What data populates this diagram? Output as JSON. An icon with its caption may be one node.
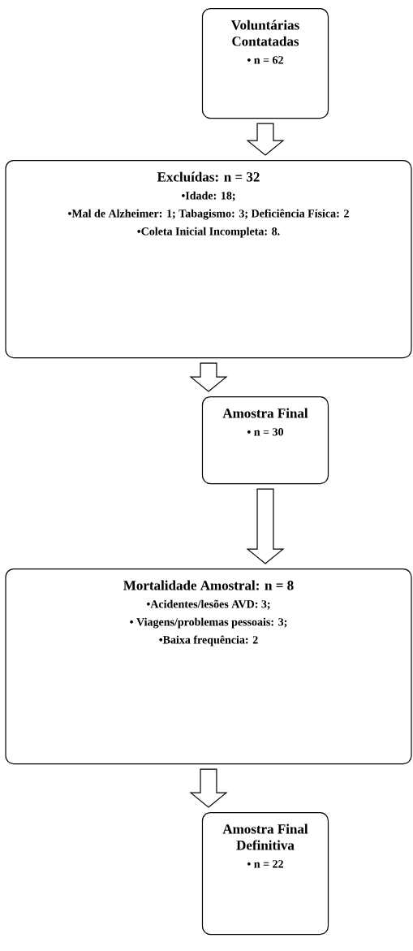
{
  "diagram": {
    "nodes": [
      {
        "text": [
          "Voluntárias Contatadas",
          "• n = 62"
        ]
      },
      {
        "text": [
          "Excluídas: n = 32",
          "•Idade: 18;",
          "•Mal de Alzheimer: 1; Tabagismo: 3; Deficiência Física: 2",
          "•Coleta Inicial Incompleta: 8."
        ]
      },
      {
        "text": [
          "Amostra Final",
          "• n = 30"
        ]
      },
      {
        "text": [
          "Mortalidade Amostral: n = 8",
          "•Acidentes/lesões AVD: 3;",
          "• Viagens/problemas pessoais: 3;",
          "•Baixa frequência: 2"
        ]
      },
      {
        "text": [
          "Amostra Final Definitiva",
          "• n = 22"
        ]
      }
    ],
    "edges": [
      {
        "from": 0,
        "to": 1,
        "arrow": "to"
      },
      {
        "from": 1,
        "to": 2,
        "arrow": "to"
      },
      {
        "from": 2,
        "to": 3,
        "arrow": "to"
      },
      {
        "from": 3,
        "to": 4,
        "arrow": "to"
      }
    ]
  }
}
